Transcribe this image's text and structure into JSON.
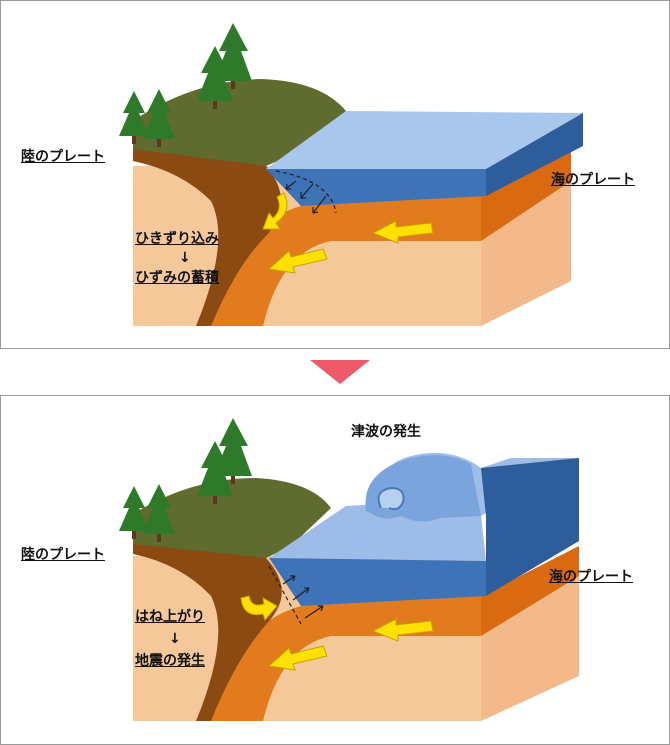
{
  "top": {
    "land_plate": "陸のプレート",
    "ocean_plate": "海のプレート",
    "process_1": "ひきずり込み",
    "arrow": "↓",
    "process_2": "ひずみの蓄積"
  },
  "bottom": {
    "land_plate": "陸のプレート",
    "ocean_plate": "海のプレート",
    "tsunami": "津波の発生",
    "process_1": "はね上がり",
    "arrow": "↓",
    "process_2": "地震の発生"
  },
  "colors": {
    "ocean_top": "#a9c6ec",
    "ocean_side": "#3a6eb4",
    "plate_orange": "#e07a1c",
    "mantle": "#f5c89a",
    "hill": "#5f6b2f",
    "land_brown": "#8a4a12",
    "arrow_yellow": "#ffe000",
    "transition_arrow": "#ef5a6a"
  }
}
